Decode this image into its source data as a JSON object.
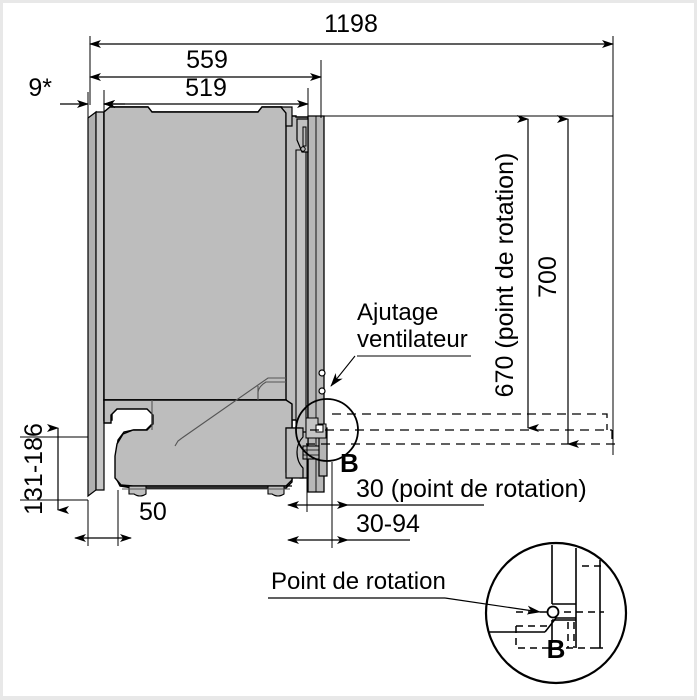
{
  "drawing": {
    "type": "technical-dimension-drawing",
    "subject": "Built-in dishwasher side view with door rotation point",
    "units": "mm",
    "language": "fr"
  },
  "dimensions": {
    "total_depth_open": "1198",
    "cabinet_depth": "559",
    "body_depth": "519",
    "front_gap": "9*",
    "height_rotation_point": "670 (point de rotation)",
    "height_total": "700",
    "plinth_height_range": "131-186",
    "plinth_setback": "50",
    "rotation_point_offset": "30 (point de rotation)",
    "door_clearance_range": "30-94"
  },
  "labels": {
    "fan_nozzle_line1": "Ajutage",
    "fan_nozzle_line2": "ventilateur",
    "rotation_point": "Point de rotation",
    "detail_tag_main": "B",
    "detail_tag_circle": "B"
  },
  "colors": {
    "body_fill": "#bdbdbd",
    "body_fill_dark": "#a8a8a8",
    "body_fill_light": "#cfcfcf",
    "line": "#000000",
    "thin_line": "#4d4d4d",
    "background": "#ffffff",
    "page_border": "#e8e8e8"
  }
}
